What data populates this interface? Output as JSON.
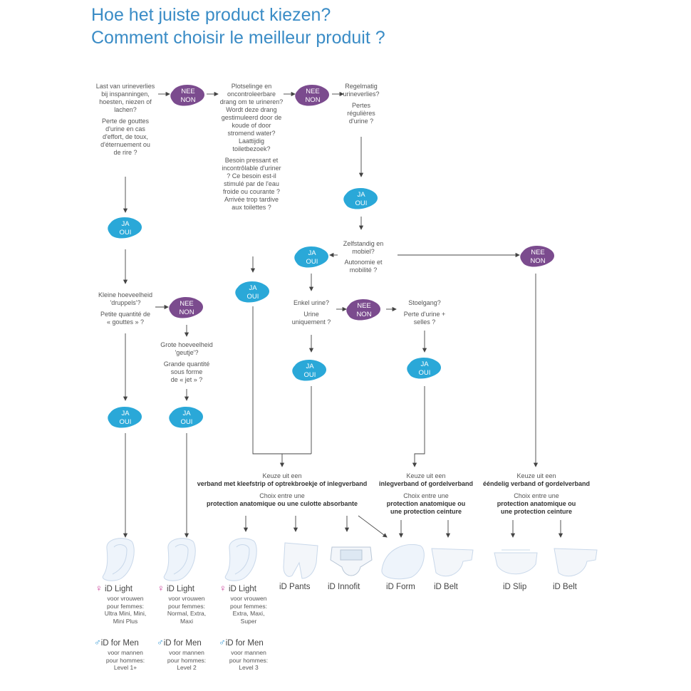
{
  "title": {
    "line1": "Hoe het juiste product kiezen?",
    "line2": "Comment choisir le meilleur produit ?"
  },
  "badges": {
    "no_nl": "NEE",
    "no_fr": "NON",
    "yes_nl": "JA",
    "yes_fr": "OUI"
  },
  "colors": {
    "title": "#3a8cc6",
    "yes_badge": "#2aa8d8",
    "no_badge": "#7b4b8e",
    "female": "#c83c96",
    "male": "#3a9bd5"
  },
  "questions": {
    "q1_nl": [
      "Last van urineverlies",
      "bij inspanningen,",
      "hoesten, niezen of",
      "lachen?"
    ],
    "q1_fr": [
      "Perte de gouttes",
      "d'urine en cas",
      "d'effort, de toux,",
      "d'éternuement ou",
      "de rire ?"
    ],
    "q2_nl": [
      "Plotselinge en",
      "oncontroleerbare",
      "drang om te urineren?",
      "Wordt deze drang",
      "gestimuleerd door de",
      "koude of door",
      "stromend water?",
      "Laattijdig",
      "toiletbezoek?"
    ],
    "q2_fr": [
      "Besoin pressant et",
      "incontrôlable d'uriner",
      "? Ce besoin est-il",
      "stimulé par de l'eau",
      "froide ou courante ?",
      "Arrivée trop tardive",
      "aux toilettes ?"
    ],
    "q3_nl": [
      "Regelmatig",
      "urineverlies?"
    ],
    "q3_fr": [
      "Pertes",
      "régulières",
      "d'urine ?"
    ],
    "q4_nl": [
      "Zelfstandig en",
      "mobiel?"
    ],
    "q4_fr": [
      "Autonomie et",
      "mobilité ?"
    ],
    "q5_nl": [
      "Kleine hoeveelheid",
      "'druppels'?"
    ],
    "q5_fr": [
      "Petite quantité de",
      "« gouttes » ?"
    ],
    "q6_nl": [
      "Grote hoeveelheid",
      "'geutje'?"
    ],
    "q6_fr": [
      "Grande quantité",
      "sous forme",
      "de « jet » ?"
    ],
    "q7_nl": [
      "Enkel urine?"
    ],
    "q7_fr": [
      "Urine",
      "uniquement ?"
    ],
    "q8_nl": [
      "Stoelgang?"
    ],
    "q8_fr": [
      "Perte d'urine +",
      "selles ?"
    ]
  },
  "choices": {
    "c1": {
      "nl_pre": "Keuze uit  een",
      "nl_bold": "verband met kleefstrip of optrekbroekje of inlegverband",
      "fr_pre": "Choix entre une",
      "fr_bold": [
        "protection anatomique ou une culotte absorbante"
      ]
    },
    "c2": {
      "nl_pre": "Keuze uit  een",
      "nl_bold": "inlegverband of gordelverband",
      "fr_pre": "Choix entre une",
      "fr_bold": [
        "protection anatomique ou",
        "une protection ceinture"
      ]
    },
    "c3": {
      "nl_pre": "Keuze uit  een",
      "nl_bold": "ééndelig verband of gordelverband",
      "fr_pre": "Choix entre une",
      "fr_bold": [
        "protection anatomique ou",
        "une protection ceinture"
      ]
    }
  },
  "products": [
    {
      "name": "iD Light",
      "gender": "female",
      "desc": [
        "voor vrouwen",
        "pour femmes:",
        "Ultra Mini, Mini,",
        "Mini Plus"
      ]
    },
    {
      "name": "iD Light",
      "gender": "female",
      "desc": [
        "voor vrouwen",
        "pour femmes:",
        "Normal, Extra,",
        "Maxi"
      ]
    },
    {
      "name": "iD Light",
      "gender": "female",
      "desc": [
        "voor vrouwen",
        "pour femmes:",
        "Extra, Maxi,",
        "Super"
      ]
    },
    {
      "name": "iD Pants"
    },
    {
      "name": "iD Innofit"
    },
    {
      "name": "iD Form"
    },
    {
      "name": "iD Belt"
    },
    {
      "name": "iD Slip"
    },
    {
      "name": "iD Belt"
    }
  ],
  "men_products": [
    {
      "name": "iD for Men",
      "desc": [
        "voor mannen",
        "pour hommes:",
        "Level 1+"
      ]
    },
    {
      "name": "iD for Men",
      "desc": [
        "voor mannen",
        "pour hommes:",
        "Level 2"
      ]
    },
    {
      "name": "iD for Men",
      "desc": [
        "voor mannen",
        "pour hommes:",
        "Level 3"
      ]
    }
  ],
  "symbols": {
    "female": "♀",
    "male": "♂"
  }
}
